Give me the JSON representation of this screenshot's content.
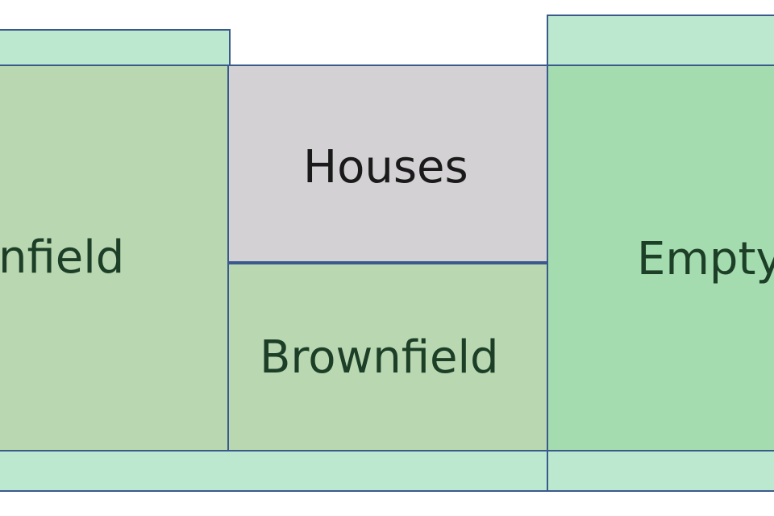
{
  "diagram": {
    "regions": {
      "left_plot": {
        "label": "nfield",
        "fill": "#b9d8b1"
      },
      "houses": {
        "label": "Houses",
        "fill": "#d3d1d3"
      },
      "center_plot": {
        "label": "Brownfield",
        "fill": "#b9d8b1"
      },
      "right_plot": {
        "label": "Empty",
        "fill": "#a4dcaf"
      },
      "strips": {
        "fill": "#bde8d0"
      }
    },
    "colors": {
      "border": "#3a5a8c",
      "text_green": "#1d3f27",
      "text_dark": "#1a1a1a"
    }
  }
}
